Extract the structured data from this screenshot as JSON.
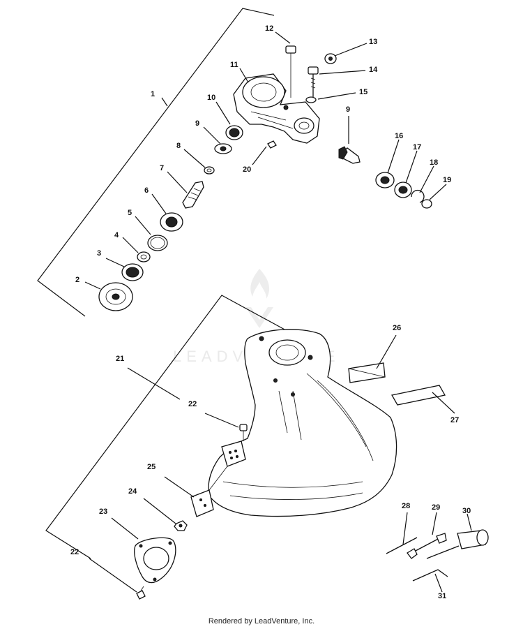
{
  "watermark": {
    "text": "LEADVENTURE"
  },
  "footer": {
    "text": "Rendered by LeadVenture, Inc."
  },
  "callouts": {
    "c1": "1",
    "c2": "2",
    "c3": "3",
    "c4": "4",
    "c5": "5",
    "c6": "6",
    "c7": "7",
    "c8": "8",
    "c9a": "9",
    "c9b": "9",
    "c10": "10",
    "c11": "11",
    "c12": "12",
    "c13": "13",
    "c14": "14",
    "c15": "15",
    "c16": "16",
    "c17": "17",
    "c18": "18",
    "c19": "19",
    "c20": "20",
    "c21": "21",
    "c22a": "22",
    "c22b": "22",
    "c23": "23",
    "c24": "24",
    "c25": "25",
    "c26": "26",
    "c27": "27",
    "c28": "28",
    "c29": "29",
    "c30": "30",
    "c31": "31"
  }
}
